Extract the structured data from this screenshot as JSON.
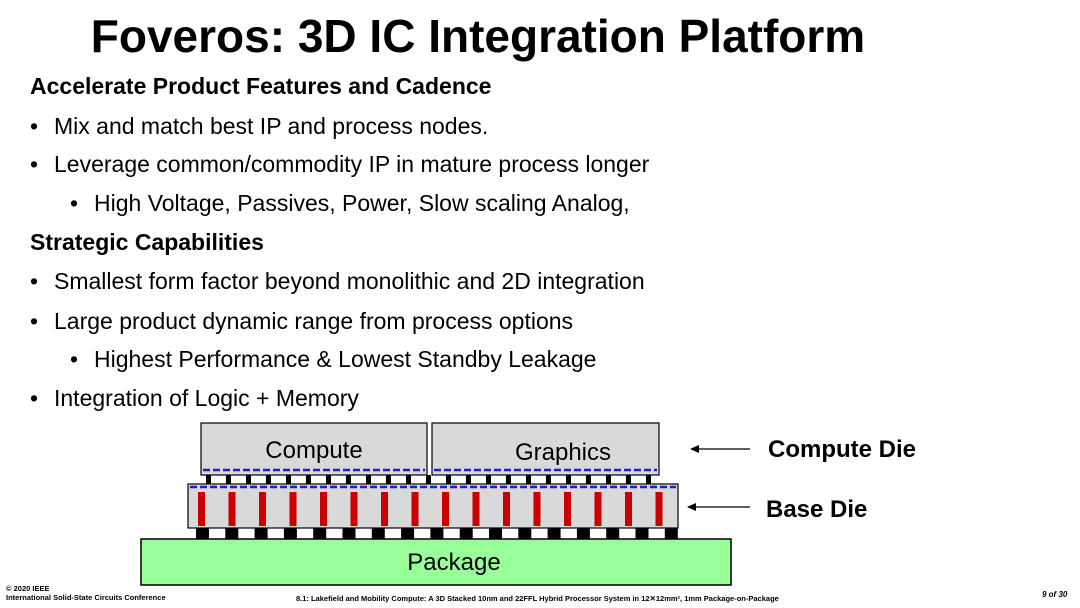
{
  "slide": {
    "title": "Foveros: 3D IC Integration Platform",
    "sections": [
      {
        "heading": "Accelerate Product Features and Cadence",
        "bullets": [
          {
            "text": "Mix and match best IP and process  nodes."
          },
          {
            "text": "Leverage common/commodity IP in mature process longer"
          },
          {
            "text": "High Voltage, Passives, Power, Slow scaling Analog,"
          }
        ]
      },
      {
        "heading": "Strategic Capabilities",
        "bullets": [
          {
            "text": "Smallest form factor beyond monolithic and 2D integration"
          },
          {
            "text": "Large product dynamic range from process options"
          },
          {
            "text": "Highest Performance & Lowest Standby Leakage"
          },
          {
            "text": "Integration of Logic + Memory"
          }
        ]
      }
    ],
    "bullet_glyph": "•"
  },
  "diagram": {
    "compute_label": "Compute",
    "graphics_label": "Graphics",
    "package_label": "Package",
    "compute_die_label": "Compute Die",
    "base_die_label": "Base Die",
    "colors": {
      "die_fill": "#d9d9d9",
      "package_fill": "#99ff99",
      "tsv_red": "#cc0000",
      "bump_black": "#000000",
      "dashed_blue": "#1f1fbf"
    }
  },
  "footer": {
    "copyright": "© 2020 IEEE",
    "conference": "International Solid-State Circuits Conference",
    "paper": "8.1: Lakefield and Mobility Compute: A 3D Stacked 10nm and 22FFL Hybrid Processor System in 12✕12mm², 1mm Package-on-Package",
    "page": "9 of 30"
  }
}
